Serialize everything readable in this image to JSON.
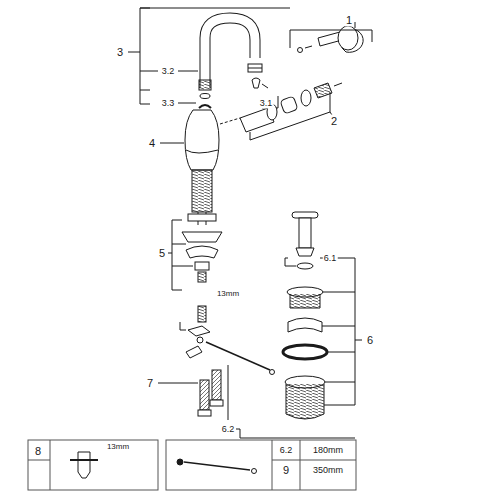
{
  "diagram": {
    "labels": [
      "1",
      "3",
      "3.1",
      "3.2",
      "3.3",
      "2",
      "4",
      "5",
      "13mm",
      "6.1",
      "6",
      "7",
      "6.2",
      "8",
      "13mm",
      "6.2",
      "180mm",
      "9",
      "350mm"
    ]
  }
}
